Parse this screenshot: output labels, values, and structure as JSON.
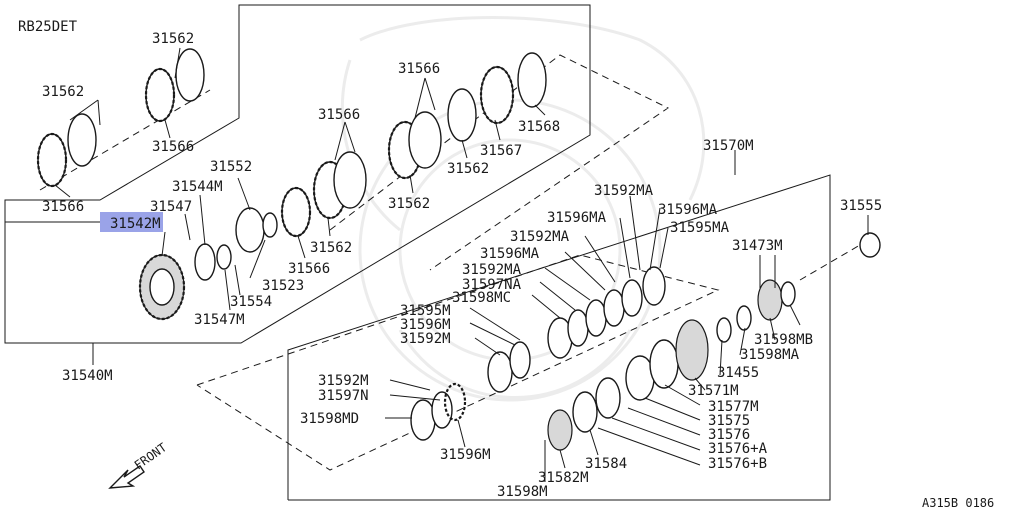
{
  "engine_label": "RB25DET",
  "reference_code": "A315B 0186",
  "front_label": "FRONT",
  "highlight_color": "#9aa3e8",
  "parts": {
    "p31540M": "31540M",
    "p31542M": "31542M",
    "p31544M": "31544M",
    "p31547": "31547",
    "p31547M": "31547M",
    "p31552": "31552",
    "p31554": "31554",
    "p31523": "31523",
    "p31566_a": "31566",
    "p31566_b": "31566",
    "p31566_c": "31566",
    "p31566_d": "31566",
    "p31566_e": "31566",
    "p31562_a": "31562",
    "p31562_b": "31562",
    "p31562_c": "31562",
    "p31562_d": "31562",
    "p31562_e": "31562",
    "p31567": "31567",
    "p31568": "31568",
    "p31570M": "31570M",
    "p31555": "31555",
    "p31592MA_a": "31592MA",
    "p31592MA_b": "31592MA",
    "p31592MA_c": "31592MA",
    "p31596MA_a": "31596MA",
    "p31596MA_b": "31596MA",
    "p31596MA_c": "31596MA",
    "p31595MA": "31595MA",
    "p31473M": "31473M",
    "p31597NA": "31597NA",
    "p31598MC": "31598MC",
    "p31595M": "31595M",
    "p31596M_a": "31596M",
    "p31596M_b": "31596M",
    "p31592M_a": "31592M",
    "p31592M_b": "31592M",
    "p31597N": "31597N",
    "p31598MD": "31598MD",
    "p31598MB": "31598MB",
    "p31598MA": "31598MA",
    "p31455": "31455",
    "p31571M": "31571M",
    "p31577M": "31577M",
    "p31575": "31575",
    "p31576": "31576",
    "p31576A": "31576+A",
    "p31576B": "31576+B",
    "p31584": "31584",
    "p31582M": "31582M",
    "p31598M": "31598M"
  }
}
